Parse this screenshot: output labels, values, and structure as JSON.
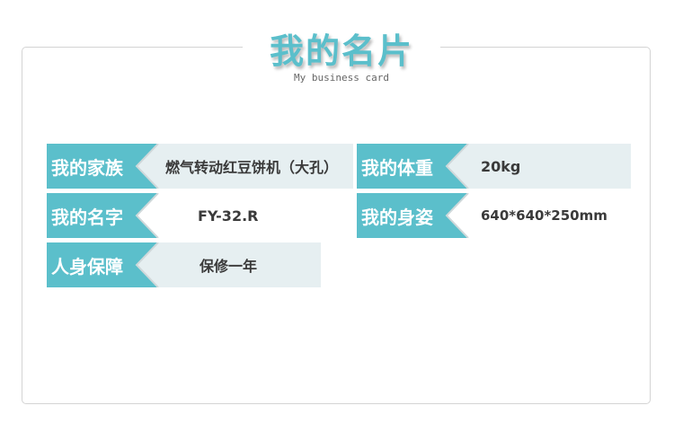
{
  "header": {
    "title": "我的名片",
    "subtitle": "My business card"
  },
  "colors": {
    "accent": "#5bbfcb",
    "row_alt": "#e6eff1",
    "text": "#3a3a3a"
  },
  "specs": {
    "family": {
      "label": "我的家族",
      "value": "燃气转动红豆饼机（大孔）"
    },
    "name": {
      "label": "我的名字",
      "value": "FY-32.R"
    },
    "warranty": {
      "label": "人身保障",
      "value": "保修一年"
    },
    "weight": {
      "label": "我的体重",
      "value": "20kg"
    },
    "size": {
      "label": "我的身姿",
      "value": "640*640*250mm"
    }
  }
}
